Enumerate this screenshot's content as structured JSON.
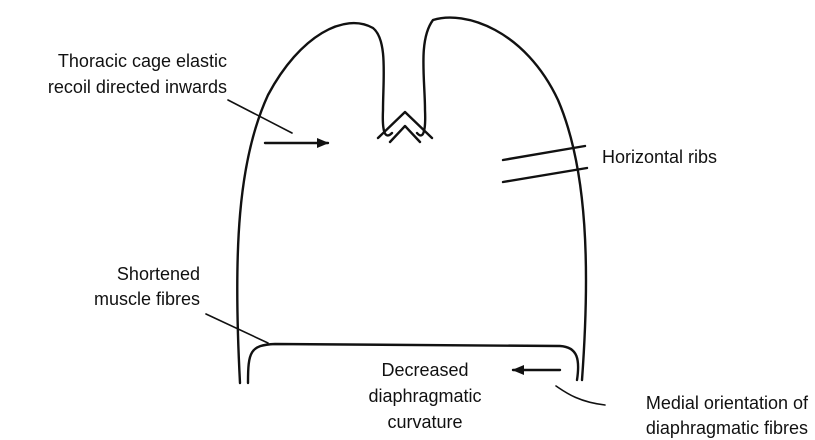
{
  "labels": {
    "recoil_line1": "Thoracic cage elastic",
    "recoil_line2": "recoil directed inwards",
    "horizontal_ribs": "Horizontal ribs",
    "shortened_line1": "Shortened",
    "shortened_line2": "muscle fibres",
    "curvature_line1": "Decreased",
    "curvature_line2": "diaphragmatic",
    "curvature_line3": "curvature",
    "medial_line1": "Medial orientation of",
    "medial_line2": "diaphragmatic fibres"
  }
}
